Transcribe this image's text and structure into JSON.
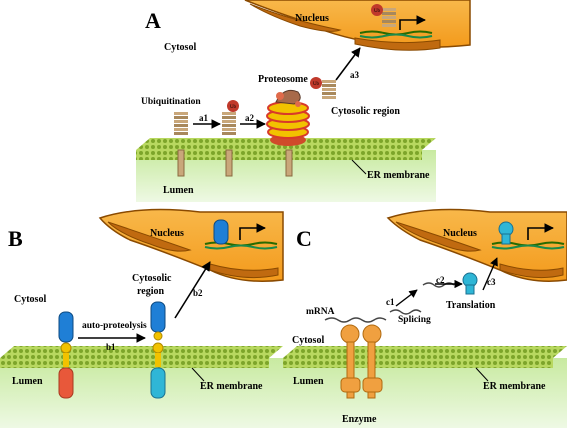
{
  "panels": {
    "A": {
      "letter": "A",
      "nucleus": "Nucleus",
      "cytosol": "Cytosol",
      "lumen": "Lumen",
      "proteosome": "Proteosome",
      "ubiquitination": "Ubiquitination",
      "cytosolic_region": "Cytosolic region",
      "er_membrane": "ER membrane",
      "step1": "a1",
      "step2": "a2",
      "step3": "a3",
      "ub": "Ub"
    },
    "B": {
      "letter": "B",
      "nucleus": "Nucleus",
      "cytosol": "Cytosol",
      "lumen": "Lumen",
      "cytosolic_region_1": "Cytosolic",
      "cytosolic_region_2": "region",
      "auto_proteolysis": "auto-proteolysis",
      "er_membrane": "ER membrane",
      "step1": "b1",
      "step2": "b2"
    },
    "C": {
      "letter": "C",
      "nucleus": "Nucleus",
      "cytosol": "Cytosol",
      "lumen": "Lumen",
      "mrna": "mRNA",
      "splicing": "Splicing",
      "translation": "Translation",
      "enzyme": "Enzyme",
      "er_membrane": "ER membrane",
      "step1": "c1",
      "step2": "c2",
      "step3": "c3"
    }
  },
  "colors": {
    "nucleus_fill": "#f5a623",
    "nucleus_outline": "#8a4a00",
    "lumen": "#d7f0b8",
    "membrane": "#9cc63a",
    "receptor_tan": "#c9a77a",
    "ub_red": "#c0392b",
    "blue_domain": "#1f7fd6",
    "cyan_protein": "#2fb6d6",
    "yellow_linker": "#f2c200",
    "red_lumen": "#e8583a",
    "enzyme_orange": "#f0a040"
  }
}
